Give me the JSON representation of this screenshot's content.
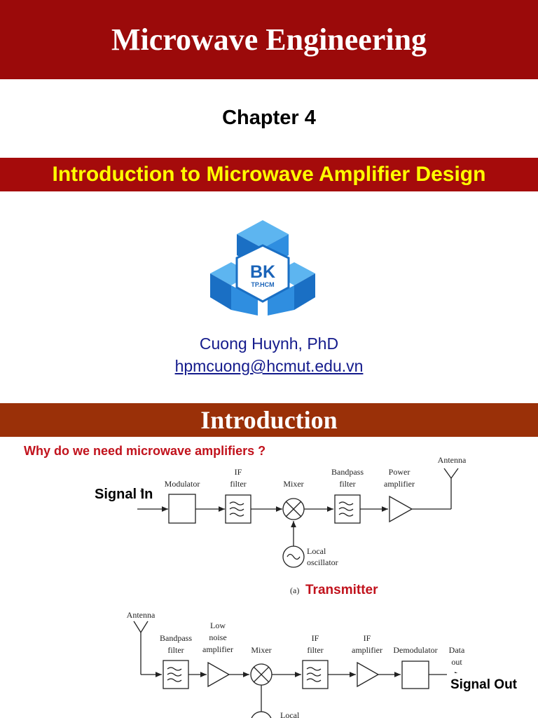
{
  "slide1": {
    "title": "Microwave Engineering",
    "chapter": "Chapter 4",
    "subtitle": "Introduction to Microwave Amplifier Design",
    "logo": {
      "main": "BK",
      "sub": "TP.HCM"
    },
    "author": "Cuong Huynh, PhD",
    "email": "hpmcuong@hcmut.edu.vn"
  },
  "slide2": {
    "title": "Introduction",
    "question": "Why do we need microwave amplifiers ?",
    "signal_in": "Signal In",
    "transmitter": "Transmitter",
    "signal_out": "Signal Out",
    "tx": {
      "modulator": "Modulator",
      "if_filter": [
        "IF",
        "filter"
      ],
      "mixer": "Mixer",
      "bandpass_filter": [
        "Bandpass",
        "filter"
      ],
      "power_amplifier": [
        "Power",
        "amplifier"
      ],
      "antenna": "Antenna",
      "local_oscillator": [
        "Local",
        "oscillator"
      ],
      "panel_a": "(a)",
      "marker_a": "a"
    },
    "rx": {
      "antenna": "Antenna",
      "bandpass_filter": [
        "Bandpass",
        "filter"
      ],
      "lna": [
        "Low",
        "noise",
        "amplifier"
      ],
      "mixer": "Mixer",
      "if_filter": [
        "IF",
        "filter"
      ],
      "if_amplifier": [
        "IF",
        "amplifier"
      ],
      "demodulator": "Demodulator",
      "data_out": [
        "Data",
        "out"
      ],
      "local_cut": "Local"
    },
    "colors": {
      "title_bar": "#9b0a0a",
      "intro_bar": "#9a3008",
      "highlight": "#c1121c",
      "subtitle_text": "#ffff00"
    }
  }
}
